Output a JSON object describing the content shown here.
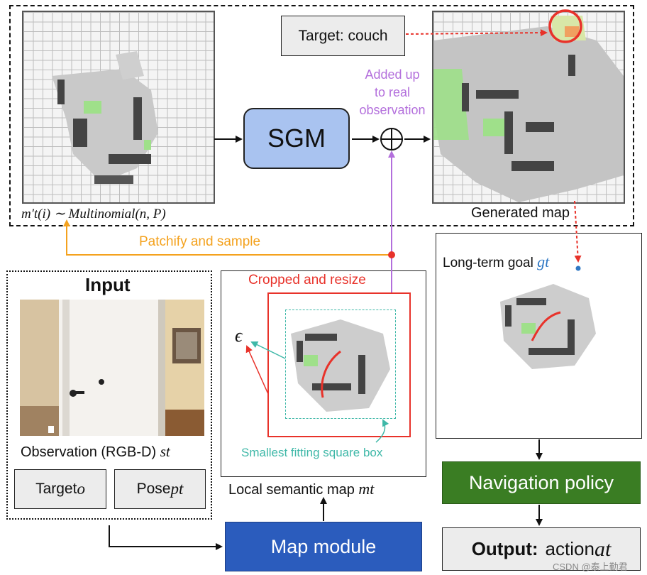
{
  "top_panel": {
    "formula": "m′t(i) ∼ Multinomial(n, P)",
    "sgm_label": "SGM",
    "added_label_lines": [
      "Added up",
      "to real",
      "observation"
    ],
    "target_label": "Target: couch",
    "generated_caption": "Generated map"
  },
  "patchify_label": "Patchify and sample",
  "input_panel": {
    "title": "Input",
    "observation_caption": "Observation (RGB-D) ",
    "observation_symbol": "st",
    "target_label": "Target ",
    "target_symbol": "o",
    "pose_label": "Pose ",
    "pose_symbol": "pt"
  },
  "local_map": {
    "crop_label": "Cropped and resize",
    "epsilon": "ϵ",
    "fit_label": "Smallest fitting square box",
    "caption": "Local semantic map ",
    "caption_symbol": "mt"
  },
  "goal_panel": {
    "label": "Long-term goal ",
    "symbol": "gt"
  },
  "map_module_label": "Map module",
  "nav_policy_label": "Navigation policy",
  "output": {
    "bold_label": "Output:",
    "action_label": "action ",
    "action_symbol": "at"
  },
  "watermark": "CSDN @泰上勤君",
  "colors": {
    "sgm_fill": "#a9c3f0",
    "map_module_fill": "#2b5cbd",
    "nav_policy_fill": "#3a7d23",
    "orange": "#f4a21e",
    "red": "#e8322a",
    "purple": "#b36fdc",
    "teal": "#3fb8a8",
    "goal_blue": "#2f78c4"
  }
}
